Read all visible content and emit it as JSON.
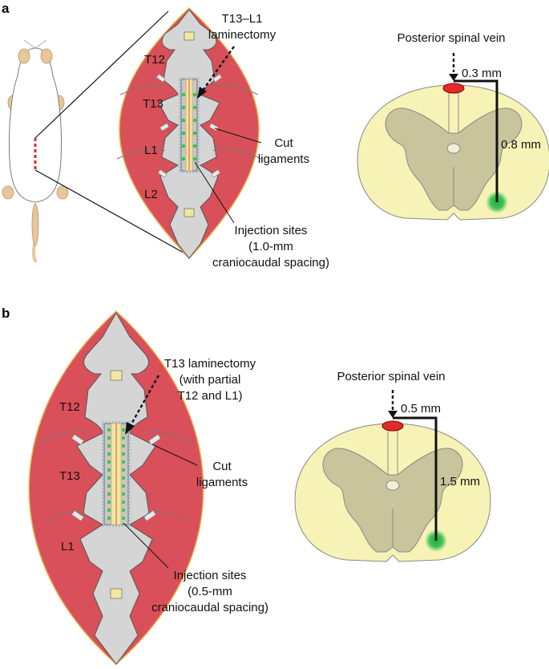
{
  "panel_a": {
    "letter": "a",
    "vertebrae": [
      "T12",
      "T13",
      "L1",
      "L2"
    ],
    "laminectomy": [
      "T13–L1",
      "laminectomy"
    ],
    "cut_ligaments": [
      "Cut",
      "ligaments"
    ],
    "injection": [
      "Injection sites",
      "(1.0-mm",
      "craniocaudal spacing)"
    ],
    "vein": "Posterior spinal vein",
    "lateral": "0.3 mm",
    "depth": "0.8 mm"
  },
  "panel_b": {
    "letter": "b",
    "vertebrae": [
      "T12",
      "T13",
      "L1"
    ],
    "laminectomy": [
      "T13 laminectomy",
      "(with partial",
      "T12 and L1)"
    ],
    "cut_ligaments": [
      "Cut",
      "ligaments"
    ],
    "injection": [
      "Injection sites",
      "(0.5-mm",
      "craniocaudal spacing)"
    ],
    "vein": "Posterior spinal vein",
    "lateral": "0.5 mm",
    "depth": "1.5 mm"
  },
  "colors": {
    "muscle": "#d9505a",
    "bone": "#d5d5d5",
    "cord_white": "#f7f3b6",
    "cord_grey": "#c8c49c",
    "vein": "#e02b2b",
    "injection": "#2fb24a",
    "skin": "#e7c79a"
  }
}
